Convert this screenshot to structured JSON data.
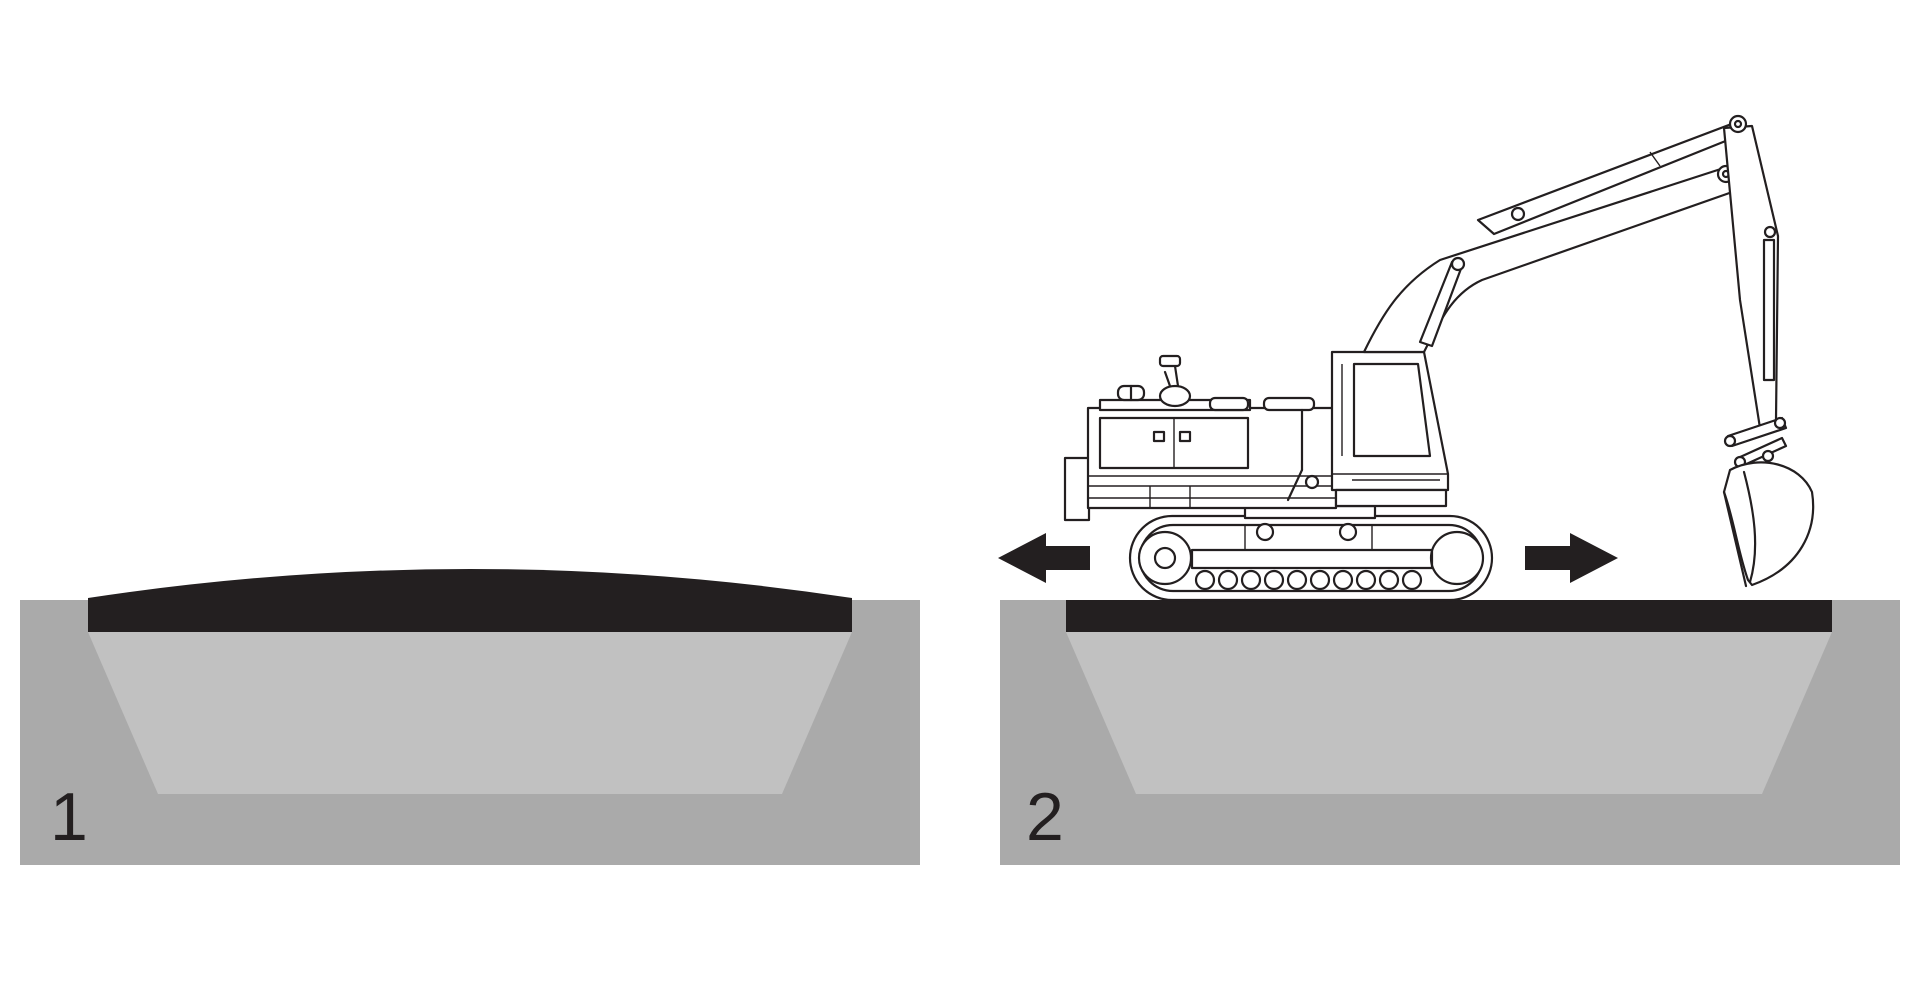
{
  "colors": {
    "background": "#ffffff",
    "excavation_gray": "#aaaaaa",
    "fill_light_gray": "#c1c1c1",
    "layer_black": "#231f20",
    "outline": "#231f20"
  },
  "panels": [
    {
      "label": "1",
      "layer_state": "mounded"
    },
    {
      "label": "2",
      "layer_state": "leveled"
    }
  ],
  "icons": [
    "arrow-left-icon",
    "arrow-right-icon",
    "excavator-icon"
  ]
}
